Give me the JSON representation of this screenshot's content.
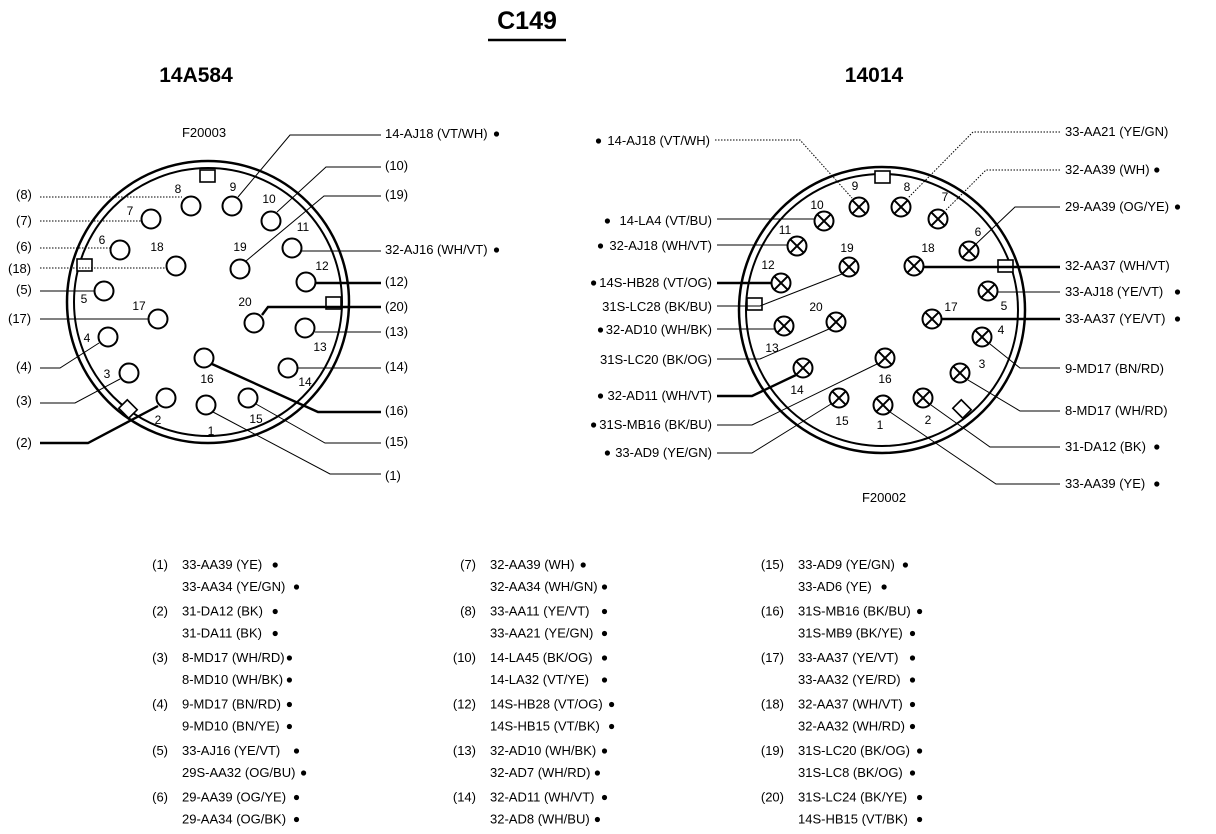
{
  "title": "C149",
  "left": {
    "name": "14A584",
    "fig": "F20003",
    "pins": [
      "1",
      "2",
      "3",
      "4",
      "5",
      "6",
      "7",
      "8",
      "9",
      "10",
      "11",
      "12",
      "13",
      "14",
      "15",
      "16",
      "17",
      "18",
      "19",
      "20"
    ],
    "labels": {
      "8": "(8)",
      "7": "(7)",
      "6": "(6)",
      "18": "(18)",
      "5": "(5)",
      "17": "(17)",
      "4": "(4)",
      "3": "(3)",
      "2": "(2)",
      "9": "14-AJ18 (VT/WH)",
      "10": "(10)",
      "19": "(19)",
      "11": "32-AJ16 (WH/VT)",
      "12": "(12)",
      "20": "(20)",
      "13": "(13)",
      "14": "(14)",
      "16": "(16)",
      "15": "(15)",
      "1": "(1)"
    }
  },
  "right": {
    "name": "14014",
    "fig": "F20002",
    "pins": [
      "1",
      "2",
      "3",
      "4",
      "5",
      "6",
      "7",
      "8",
      "9",
      "10",
      "11",
      "12",
      "13",
      "14",
      "15",
      "16",
      "17",
      "18",
      "19",
      "20"
    ],
    "labels": {
      "9": "14-AJ18 (VT/WH)",
      "10": "14-LA4 (VT/BU)",
      "11": "32-AJ18 (WH/VT)",
      "12": "14S-HB28 (VT/OG)",
      "19": "31S-LC28 (BK/BU)",
      "13": "32-AD10 (WH/BK)",
      "20": "31S-LC20 (BK/OG)",
      "14": "32-AD11 (WH/VT)",
      "16": "31S-MB16 (BK/BU)",
      "15": "33-AD9 (YE/GN)",
      "8": "33-AA21 (YE/GN)",
      "7": "32-AA39 (WH)",
      "6": "29-AA39 (OG/YE)",
      "18": "32-AA37 (WH/VT)",
      "5": "33-AJ18 (YE/VT)",
      "17": "33-AA37 (YE/VT)",
      "4": "9-MD17 (BN/RD)",
      "3": "8-MD17 (WH/RD)",
      "2": "31-DA12 (BK)",
      "1": "33-AA39 (YE)"
    }
  },
  "legend": [
    {
      "num": "(1)",
      "a": "33-AA39 (YE)",
      "b": "33-AA34 (YE/GN)"
    },
    {
      "num": "(2)",
      "a": "31-DA12 (BK)",
      "b": "31-DA11 (BK)"
    },
    {
      "num": "(3)",
      "a": "8-MD17 (WH/RD)",
      "b": "8-MD10 (WH/BK)"
    },
    {
      "num": "(4)",
      "a": "9-MD17 (BN/RD)",
      "b": "9-MD10 (BN/YE)"
    },
    {
      "num": "(5)",
      "a": "33-AJ16 (YE/VT)",
      "b": "29S-AA32 (OG/BU)"
    },
    {
      "num": "(6)",
      "a": "29-AA39 (OG/YE)",
      "b": "29-AA34 (OG/BK)"
    },
    {
      "num": "(7)",
      "a": "32-AA39 (WH)",
      "b": "32-AA34 (WH/GN)"
    },
    {
      "num": "(8)",
      "a": "33-AA11 (YE/VT)",
      "b": "33-AA21 (YE/GN)"
    },
    {
      "num": "(10)",
      "a": "14-LA45 (BK/OG)",
      "b": "14-LA32 (VT/YE)"
    },
    {
      "num": "(12)",
      "a": "14S-HB28 (VT/OG)",
      "b": "14S-HB15 (VT/BK)"
    },
    {
      "num": "(13)",
      "a": "32-AD10 (WH/BK)",
      "b": "32-AD7 (WH/RD)"
    },
    {
      "num": "(14)",
      "a": "32-AD11 (WH/VT)",
      "b": "32-AD8 (WH/BU)"
    },
    {
      "num": "(15)",
      "a": "33-AD9 (YE/GN)",
      "b": "33-AD6 (YE)"
    },
    {
      "num": "(16)",
      "a": "31S-MB16 (BK/BU)",
      "b": "31S-MB9 (BK/YE)"
    },
    {
      "num": "(17)",
      "a": "33-AA37 (YE/VT)",
      "b": "33-AA32 (YE/RD)"
    },
    {
      "num": "(18)",
      "a": "32-AA37 (WH/VT)",
      "b": "32-AA32 (WH/RD)"
    },
    {
      "num": "(19)",
      "a": "31S-LC20 (BK/OG)",
      "b": "31S-LC8 (BK/OG)"
    },
    {
      "num": "(20)",
      "a": "31S-LC24 (BK/YE)",
      "b": "14S-HB15 (VT/BK)"
    }
  ]
}
